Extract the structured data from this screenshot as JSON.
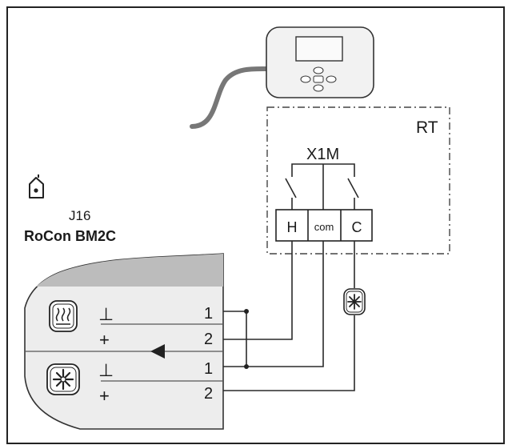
{
  "diagram": {
    "rt_label": "RT",
    "connector_label": "X1M",
    "terminals": [
      "H",
      "com",
      "C"
    ],
    "board_id": "J16",
    "board_name": "RoCon BM2C",
    "symbols": {
      "ground": "⊥",
      "plus": "+"
    },
    "pins": [
      "1",
      "2",
      "1",
      "2"
    ],
    "icons": {
      "home": "home-icon",
      "heating": "heating-icon",
      "cooling": "snowflake-icon",
      "thermostat": "room-thermostat-icon"
    }
  }
}
